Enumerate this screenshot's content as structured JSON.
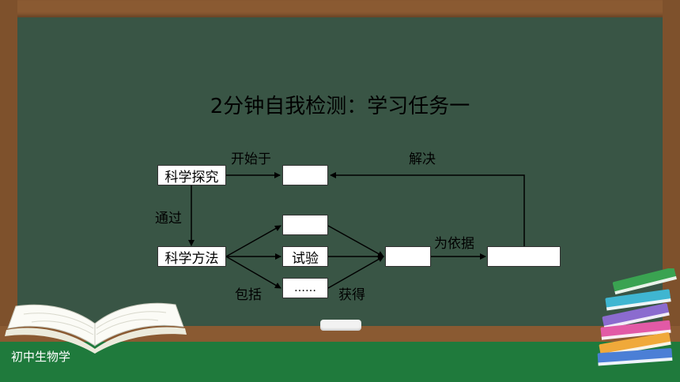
{
  "slide": {
    "title": "2分钟自我检测：学习任务一",
    "footer_label": "初中生物学"
  },
  "diagram": {
    "nodes": {
      "science_inquiry": "科学探究",
      "science_method": "科学方法",
      "start_target": "",
      "method_1": "",
      "method_2": "试验",
      "method_3": "……",
      "result": "",
      "basis": ""
    },
    "edge_labels": {
      "starts_with": "开始于",
      "through": "通过",
      "includes": "包括",
      "obtains": "获得",
      "as_basis": "为依据",
      "solves": "解决"
    }
  },
  "colors": {
    "chalkboard": "#395545",
    "frame_wood": "#8a5a32",
    "floor_green": "#1f7a3c",
    "text": "#000000"
  }
}
